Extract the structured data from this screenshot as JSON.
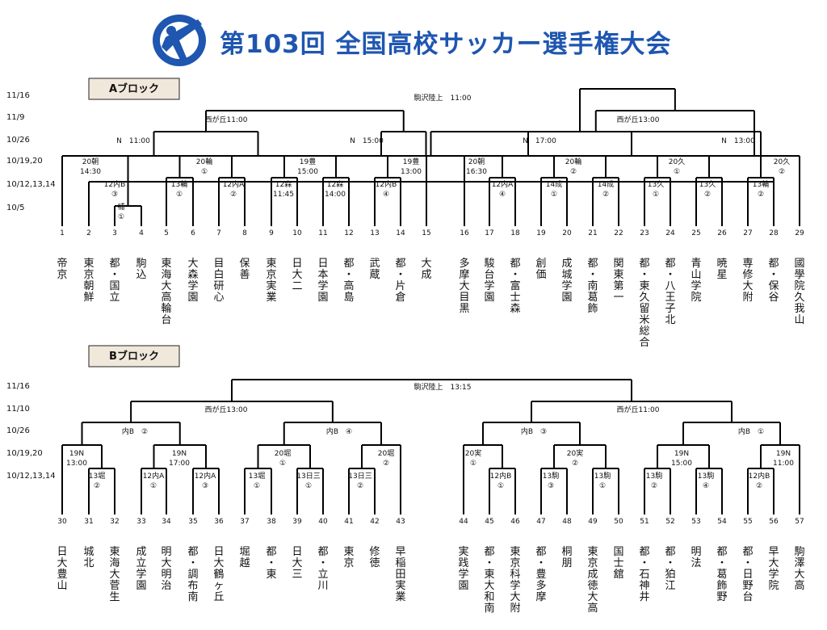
{
  "title": "第103回 全国高校サッカー選手権大会",
  "logo_icon": "soccer-player-logo-icon",
  "accent_color": "#1e56b0",
  "blocks": [
    {
      "name": "Aブロック",
      "dates": [
        "11/16",
        "11/9",
        "10/26",
        "10/19,20",
        "10/12,13,14",
        "10/5"
      ],
      "final_venue": "駒沢陸上　11:00",
      "semi_venues": [
        "西が丘11:00",
        "西が丘13:00"
      ],
      "qf_venues": [
        "N　11:00",
        "N　15:00",
        "N　17:00",
        "N　13:00"
      ],
      "r3_labels": [
        [
          "20朝",
          "14:30"
        ],
        [
          "20輪",
          "①"
        ],
        [
          "19豊",
          "15:00"
        ],
        [
          "19豊",
          "13:00"
        ],
        [
          "20朝",
          "16:30"
        ],
        [
          "20輪",
          "②"
        ],
        [
          "20久",
          "①"
        ],
        [
          "20久",
          "②"
        ]
      ],
      "r2_labels": [
        [
          "12内B",
          "③"
        ],
        [
          "13輪",
          "①"
        ],
        [
          "12内A",
          "②"
        ],
        [
          "12森",
          "11:45"
        ],
        [
          "12森",
          "14:00"
        ],
        [
          "12内B",
          "④"
        ],
        [
          "12内A",
          "④"
        ],
        [
          "14成",
          "①"
        ],
        [
          "14成",
          "②"
        ],
        [
          "13久",
          "①"
        ],
        [
          "13久",
          "②"
        ],
        [
          "13輪",
          "②"
        ]
      ],
      "r1_labels": [
        [
          "補",
          "①"
        ]
      ],
      "numbers": [
        "1",
        "2",
        "3",
        "4",
        "5",
        "6",
        "7",
        "8",
        "9",
        "10",
        "11",
        "12",
        "13",
        "14",
        "15",
        "16",
        "17",
        "18",
        "19",
        "20",
        "21",
        "22",
        "23",
        "24",
        "25",
        "26",
        "27",
        "28",
        "29"
      ],
      "teams": [
        "帝京",
        "東京朝鮮",
        "都・国立",
        "駒込",
        "東海大高輪台",
        "大森学園",
        "目白研心",
        "保善",
        "東京実業",
        "日大二",
        "日本学園",
        "都・高島",
        "武蔵",
        "都・片倉",
        "大成",
        "多摩大目黒",
        "駿台学園",
        "都・富士森",
        "創価",
        "成城学園",
        "都・南葛飾",
        "関東第一",
        "都・東久留米総合",
        "都・八王子北",
        "青山学院",
        "暁星",
        "専修大附",
        "都・保谷",
        "國學院久我山"
      ]
    },
    {
      "name": "Bブロック",
      "dates": [
        "11/16",
        "11/10",
        "10/26",
        "10/19,20",
        "10/12,13,14"
      ],
      "final_venue": "駒沢陸上　13:15",
      "semi_venues": [
        "西が丘13:00",
        "西が丘11:00"
      ],
      "qf_venues": [
        "内B　②",
        "内B　④",
        "内B　③",
        "内B　①"
      ],
      "r3_labels": [
        [
          "19N",
          "13:00"
        ],
        [
          "19N",
          "17:00"
        ],
        [
          "20堀",
          "①"
        ],
        [
          "20堀",
          "②"
        ],
        [
          "20実",
          "①"
        ],
        [
          "20実",
          "②"
        ],
        [
          "19N",
          "15:00"
        ],
        [
          "19N",
          "11:00"
        ]
      ],
      "r2_labels": [
        [
          "13堀",
          "②"
        ],
        [
          "12内A",
          "①"
        ],
        [
          "12内A",
          "③"
        ],
        [
          "13堀",
          "①"
        ],
        [
          "13日三",
          "①"
        ],
        [
          "13日三",
          "②"
        ],
        [
          "12内B",
          "①"
        ],
        [
          "13駒",
          "③"
        ],
        [
          "13駒",
          "①"
        ],
        [
          "13駒",
          "②"
        ],
        [
          "13駒",
          "④"
        ],
        [
          "12内B",
          "②"
        ]
      ],
      "numbers": [
        "30",
        "31",
        "32",
        "33",
        "34",
        "35",
        "36",
        "37",
        "38",
        "39",
        "40",
        "41",
        "42",
        "43",
        "44",
        "45",
        "46",
        "47",
        "48",
        "49",
        "50",
        "51",
        "52",
        "53",
        "54",
        "55",
        "56",
        "57"
      ],
      "teams": [
        "日大豊山",
        "城北",
        "東海大菅生",
        "成立学園",
        "明大明治",
        "都・調布南",
        "日大鶴ヶ丘",
        "堀越",
        "都・東",
        "日大三",
        "都・立川",
        "東京",
        "修徳",
        "早稲田実業",
        "実践学園",
        "都・東大和南",
        "東京科学大附",
        "都・豊多摩",
        "桐朋",
        "東京成徳大高",
        "国士舘",
        "都・石神井",
        "都・狛江",
        "明法",
        "都・葛飾野",
        "都・日野台",
        "早大学院",
        "駒澤大高"
      ]
    }
  ]
}
